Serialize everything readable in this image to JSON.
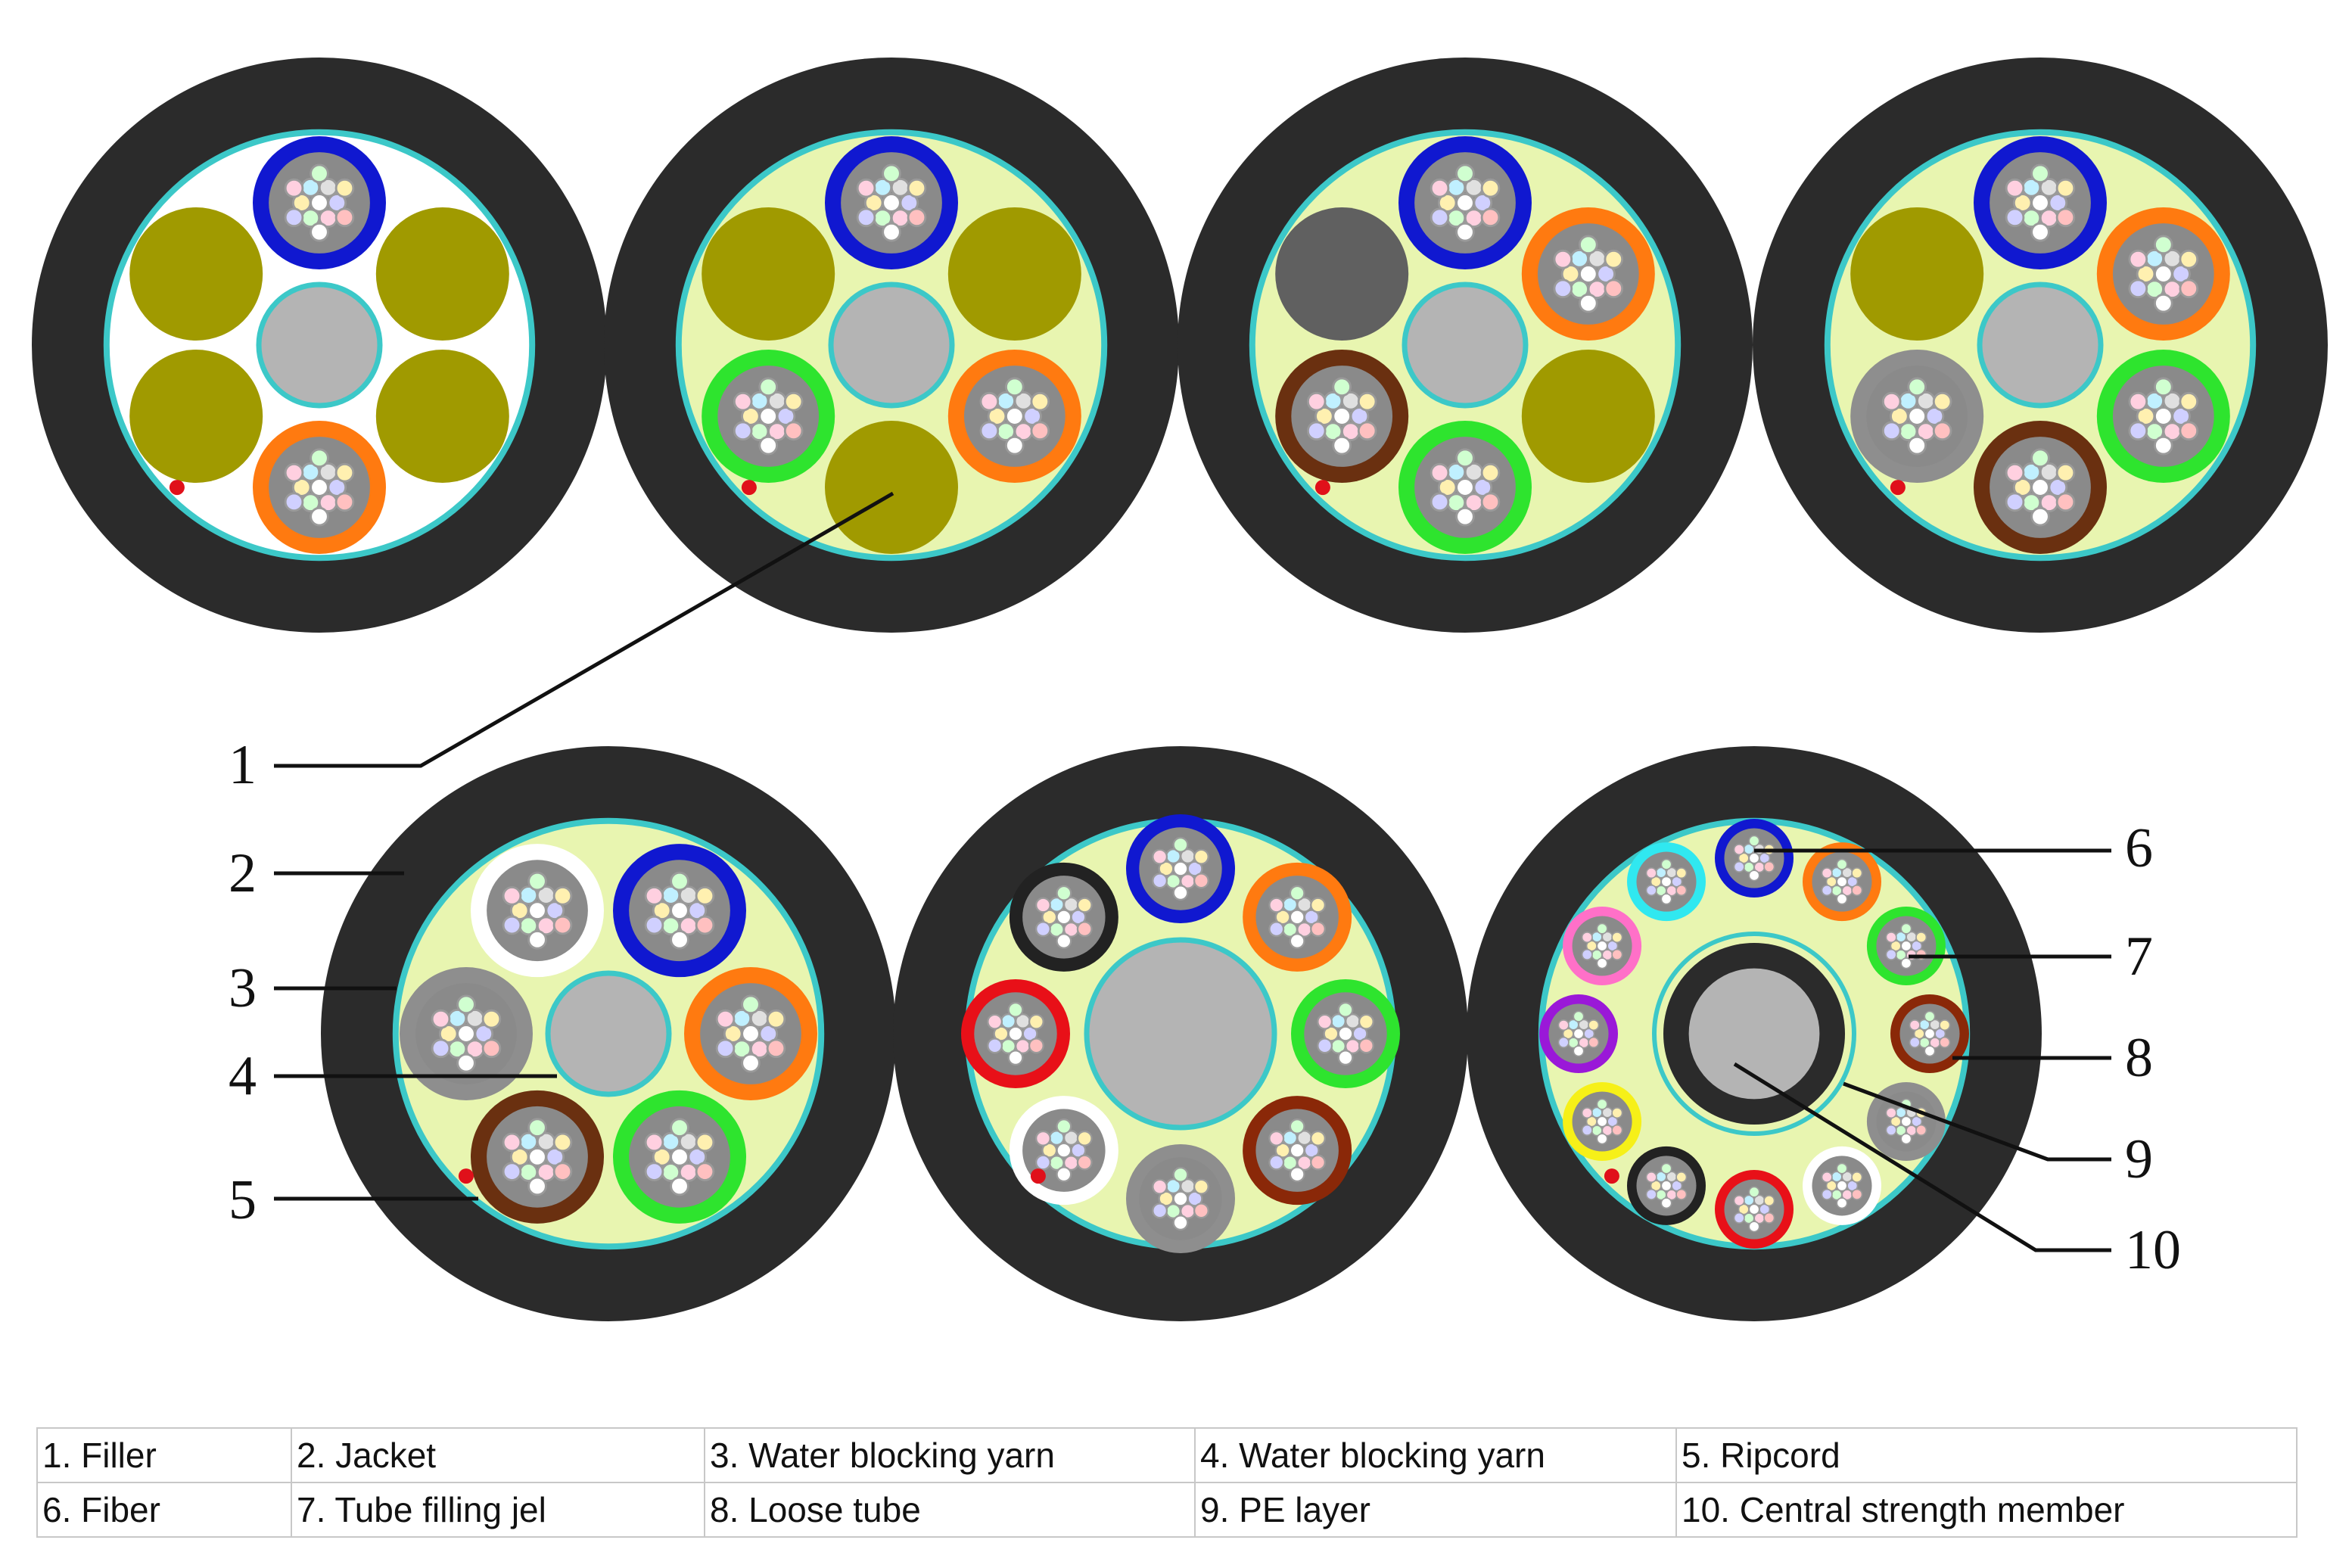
{
  "callouts": [
    {
      "num": "1",
      "target": "filler"
    },
    {
      "num": "2",
      "target": "jacket"
    },
    {
      "num": "3",
      "target": "water-blocking-yarn-outer"
    },
    {
      "num": "4",
      "target": "water-blocking-yarn-inner"
    },
    {
      "num": "5",
      "target": "ripcord"
    },
    {
      "num": "6",
      "target": "fiber"
    },
    {
      "num": "7",
      "target": "tube-filling-jel"
    },
    {
      "num": "8",
      "target": "loose-tube"
    },
    {
      "num": "9",
      "target": "pe-layer"
    },
    {
      "num": "10",
      "target": "central-strength-member"
    }
  ],
  "legend": {
    "rows": [
      [
        "1. Filler",
        "2. Jacket",
        "3. Water blocking yarn",
        "4. Water blocking yarn",
        "5. Ripcord"
      ],
      [
        "6. Fiber",
        "7. Tube filling jel",
        "8. Loose tube",
        "9. PE layer",
        "10. Central strength member"
      ]
    ]
  },
  "colors": {
    "jacket": "#2b2b2b",
    "yarn_ring": "#3cc8c8",
    "gel_fill": "#e8f5b0",
    "empty_fill": "#ffffff",
    "filler": "#a09a00",
    "filler_dark": "#606060",
    "central_member": "#b4b4b4",
    "ripcord": "#e0101a",
    "tube_inner": "#8a8a8a",
    "tube_blue": "#1018d0",
    "tube_orange": "#ff7a10",
    "tube_green": "#2ee42e",
    "tube_brown": "#6a3010",
    "tube_grey": "#8e8e8e",
    "tube_white": "#ffffff",
    "tube_red": "#e81018",
    "tube_black": "#222222",
    "tube_cyan": "#30e8f0",
    "tube_pink": "#ff70c8",
    "tube_purple": "#9a18d8",
    "tube_yellow": "#f6f018",
    "tube_darkred": "#8a2808"
  },
  "cables": [
    {
      "id": "cable-1",
      "gel": false,
      "elements": [
        "tube:blue",
        "filler",
        "filler",
        "tube:orange",
        "filler",
        "filler"
      ]
    },
    {
      "id": "cable-2",
      "gel": true,
      "elements": [
        "tube:blue",
        "filler",
        "tube:orange",
        "filler",
        "tube:green",
        "filler"
      ]
    },
    {
      "id": "cable-3",
      "gel": true,
      "elements": [
        "tube:blue",
        "tube:orange",
        "filler",
        "tube:green",
        "tube:brown",
        "filler_dark"
      ]
    },
    {
      "id": "cable-4",
      "gel": true,
      "elements": [
        "tube:blue",
        "tube:orange",
        "tube:green",
        "tube:brown",
        "tube:grey",
        "filler"
      ]
    },
    {
      "id": "cable-5",
      "gel": true,
      "elements": [
        "tube:blue",
        "tube:orange",
        "tube:green",
        "tube:brown",
        "tube:grey",
        "tube:white"
      ]
    },
    {
      "id": "cable-6",
      "gel": true,
      "elements": [
        "tube:blue",
        "tube:orange",
        "tube:green",
        "tube:darkred",
        "tube:grey",
        "tube:white",
        "tube:red",
        "tube:black"
      ]
    },
    {
      "id": "cable-7",
      "gel": true,
      "elements": [
        "tube:blue",
        "tube:orange",
        "tube:green",
        "tube:darkred",
        "tube:grey",
        "tube:white",
        "tube:red",
        "tube:black",
        "tube:yellow",
        "tube:purple",
        "tube:pink",
        "tube:cyan"
      ]
    }
  ]
}
